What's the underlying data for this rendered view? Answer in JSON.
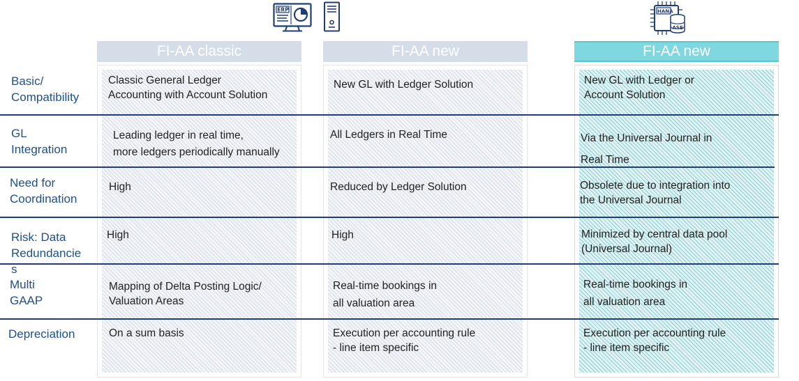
{
  "icons": {
    "erp_monitor": {
      "name": "erp-monitor-icon",
      "label": "ERP",
      "color": "#1f3e77"
    },
    "server_tower": {
      "name": "server-tower-icon",
      "color": "#1f3e77"
    },
    "hana_chip": {
      "name": "hana-ase-chip-icon",
      "label_top": "HANA",
      "label_bottom": "ASE",
      "color": "#1f3e77"
    }
  },
  "colors": {
    "navy": "#1f3e77",
    "row_label": "#1f4f8f",
    "header_gray": "#d5dde9",
    "header_teal": "#7fd7df"
  },
  "columns": [
    {
      "header": "FI-AA classic",
      "style": "gray"
    },
    {
      "header": "FI-AA new",
      "style": "gray"
    },
    {
      "header": "FI-AA new",
      "style": "teal"
    }
  ],
  "rows": [
    {
      "label": "Basic/\nCompatibility",
      "cells": [
        "Classic General Ledger\nAccounting with Account Solution",
        "New GL with Ledger Solution",
        "New GL with Ledger or\nAccount Solution"
      ]
    },
    {
      "label": "GL\nIntegration",
      "cells": [
        "Leading ledger in real time,\nmore ledgers periodically manually",
        "All Ledgers in Real Time",
        "Via the  Universal Journal in\nReal Time"
      ]
    },
    {
      "label": "Need for\nCoordination",
      "cells": [
        "High",
        "Reduced by Ledger Solution",
        "Obsolete due to integration into\nthe Universal Journal"
      ]
    },
    {
      "label": "Risk: Data\nRedundancie\ns",
      "cells": [
        "High",
        "High",
        "Minimized by central data pool\n(Universal Journal)"
      ]
    },
    {
      "label": "Multi\nGAAP",
      "cells": [
        "Mapping of Delta Posting Logic/\nValuation Areas",
        "Real-time bookings in\nall valuation area",
        "Real-time bookings in\nall valuation area"
      ]
    },
    {
      "label": "Depreciation",
      "cells": [
        "On a sum basis",
        "Execution per accounting rule\n- line item specific",
        "Execution per accounting rule\n- line item specific"
      ]
    }
  ]
}
